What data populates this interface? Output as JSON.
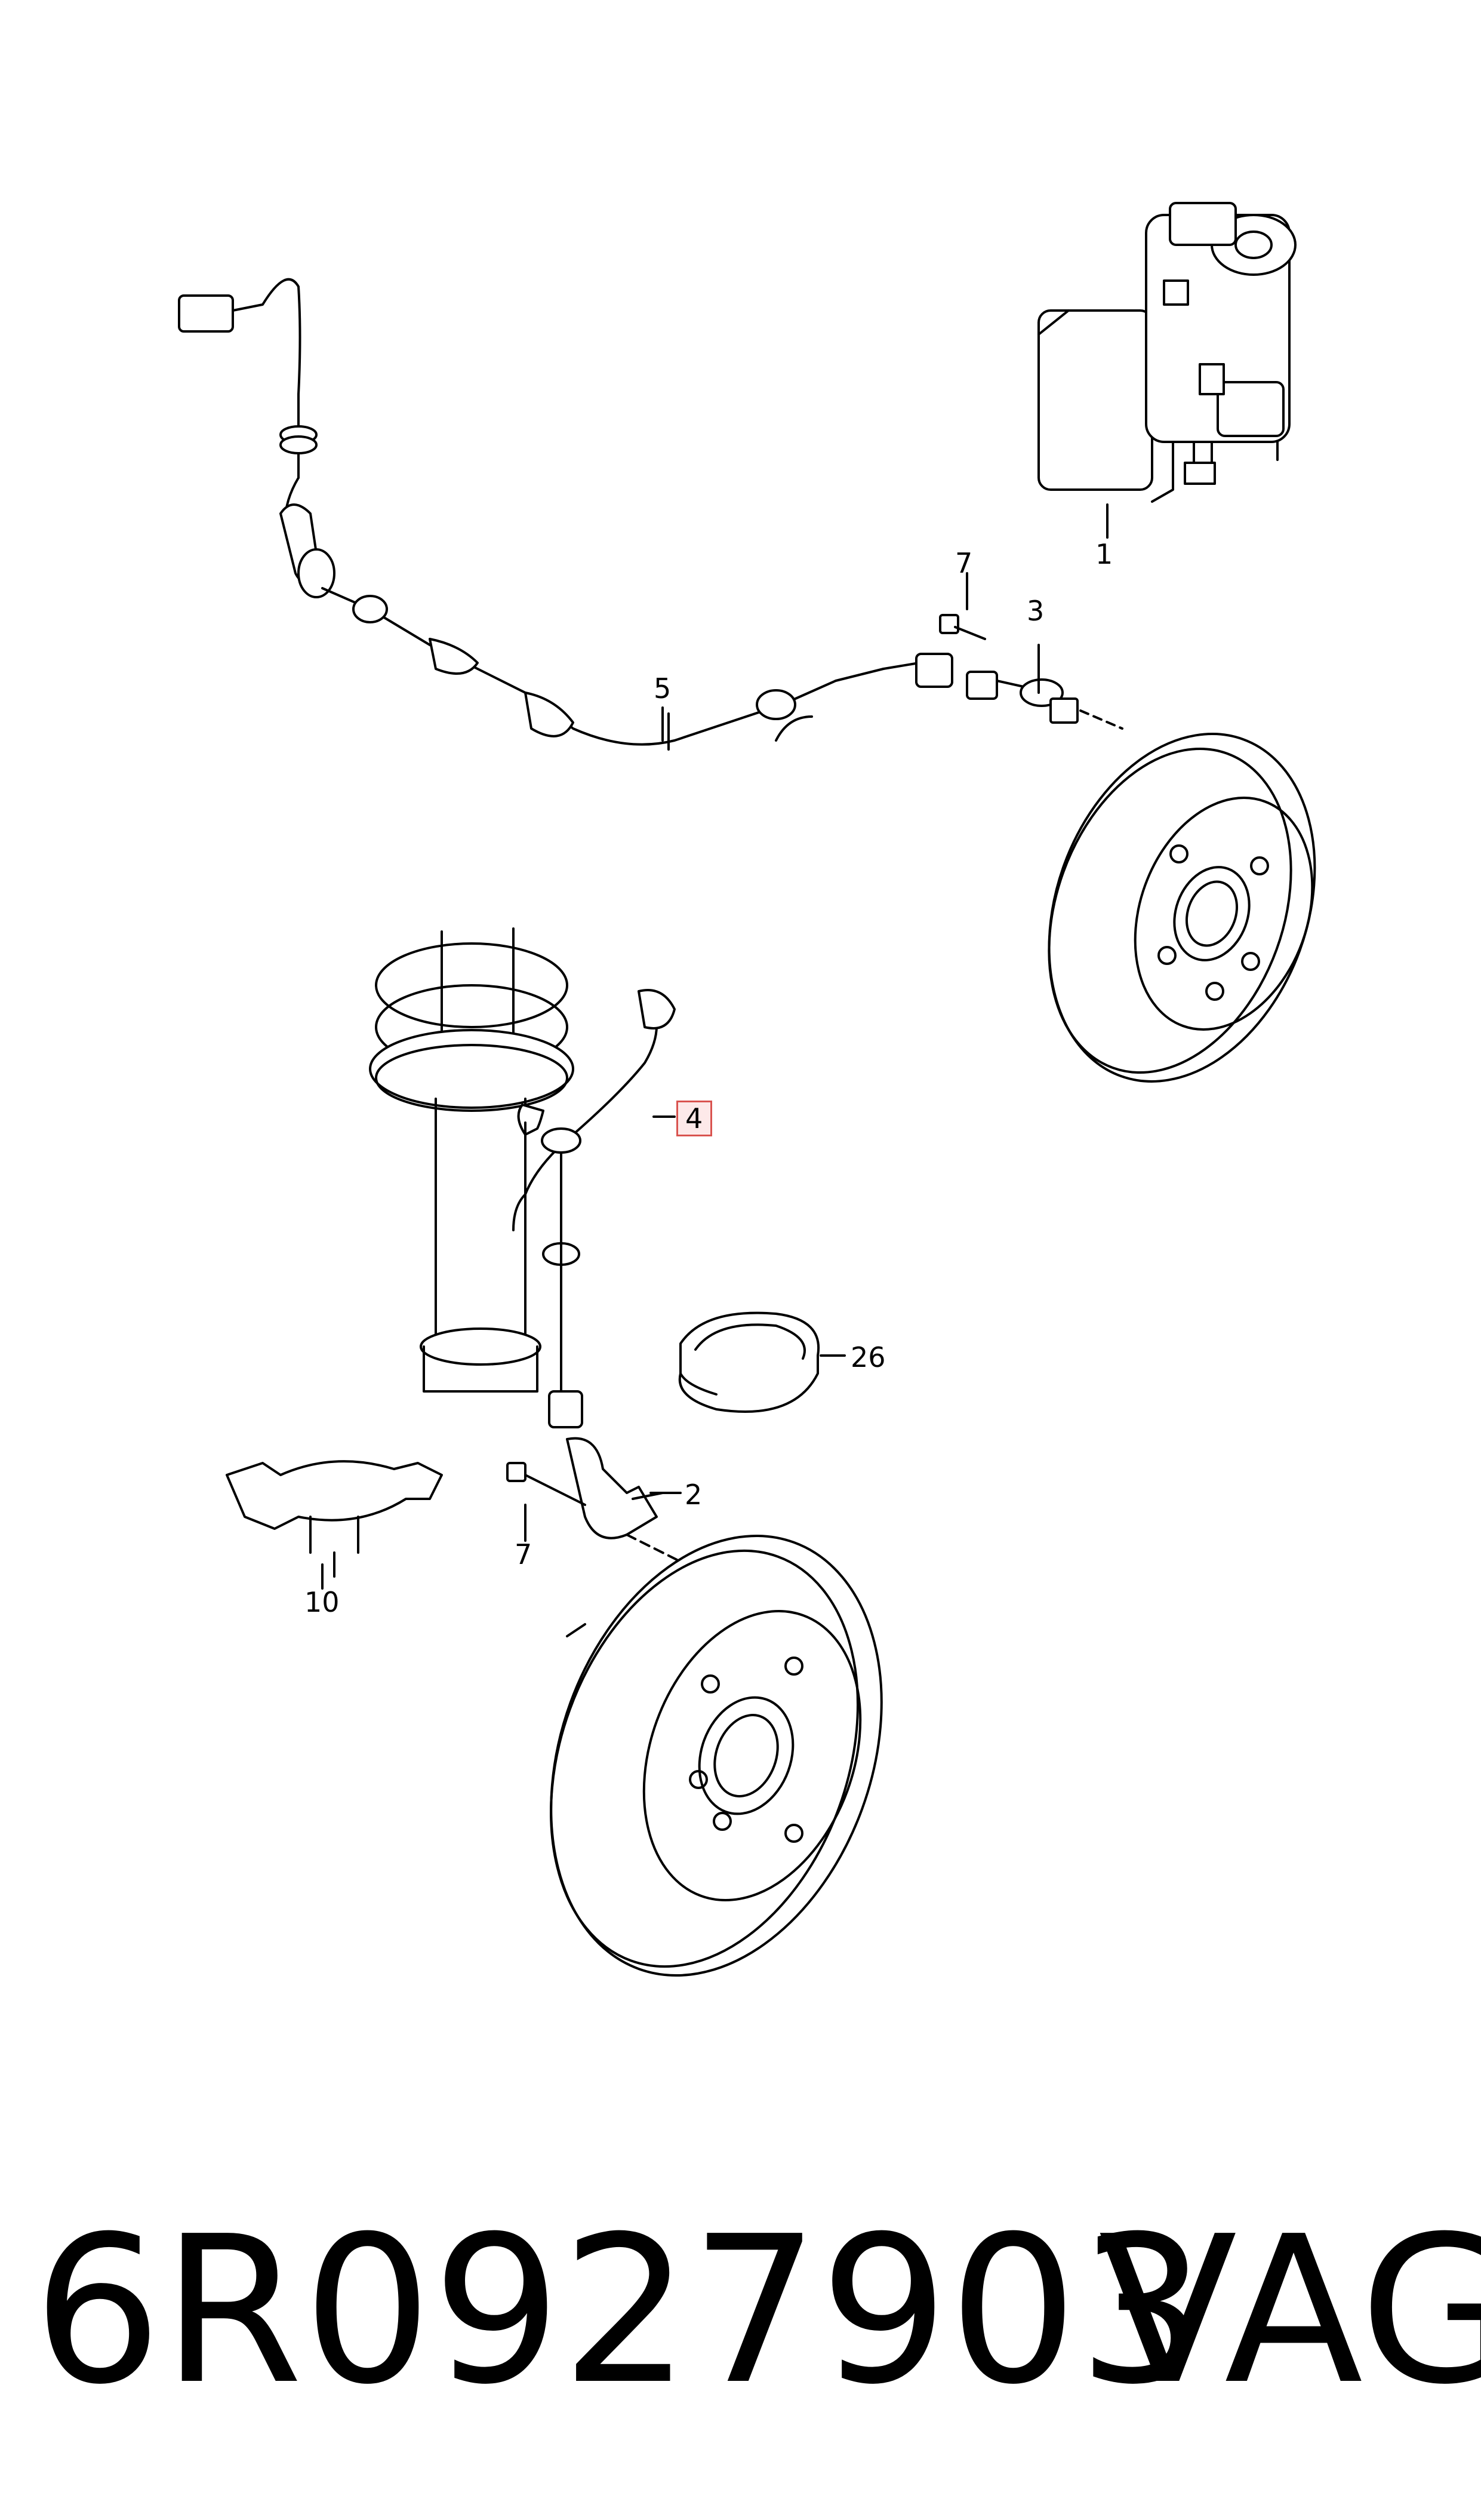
{
  "diagram": {
    "labels": {
      "part_1": "1",
      "part_2": "2",
      "part_3": "3",
      "part_4": "4",
      "part_5": "5",
      "part_7_top": "7",
      "part_7_bottom": "7",
      "part_10": "10",
      "part_26": "26"
    },
    "highlighted_part": "4",
    "highlight_color": "#d9534f"
  },
  "caption": {
    "part_number": "6R0927903",
    "brand": "VAG"
  }
}
